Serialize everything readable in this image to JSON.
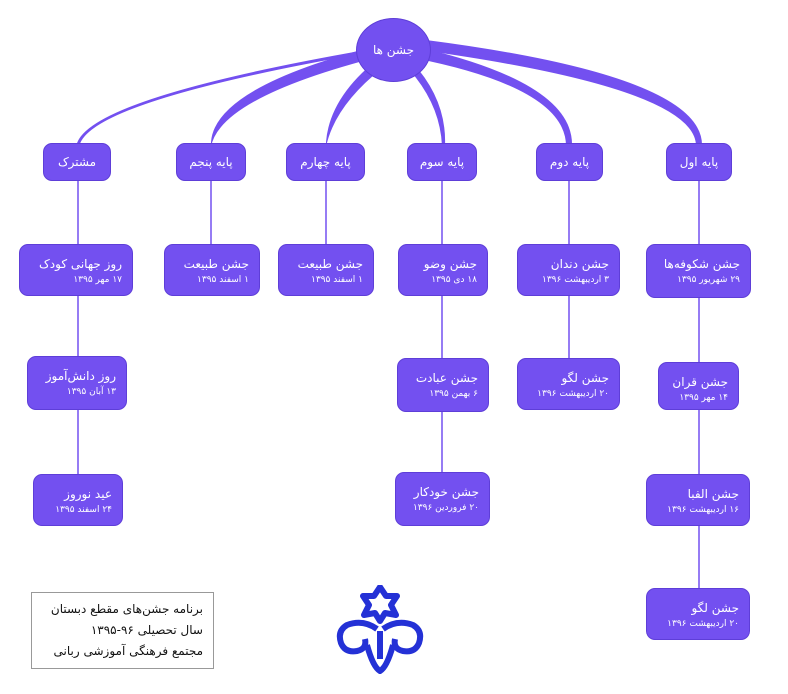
{
  "colors": {
    "node_fill": "#7350f0",
    "node_border": "#5e3ed8",
    "node_text": "#ffffff",
    "logo": "#2431d6"
  },
  "root": {
    "label": "جشن ها"
  },
  "categories": [
    {
      "label": "پایه اول"
    },
    {
      "label": "پایه دوم"
    },
    {
      "label": "پایه سوم"
    },
    {
      "label": "پایه چهارم"
    },
    {
      "label": "پایه پنجم"
    },
    {
      "label": "مشترک"
    }
  ],
  "events": {
    "grade1": [
      {
        "title": "جشن شکوفه‌ها",
        "date": "۲۹ شهریور ۱۳۹۵"
      },
      {
        "title": "جشن قران",
        "date": "۱۴ مهر ۱۳۹۵"
      },
      {
        "title": "جشن الفبا",
        "date": "۱۶ اردیبهشت ۱۳۹۶"
      },
      {
        "title": "جشن لگو",
        "date": "۲۰ اردیبهشت ۱۳۹۶"
      }
    ],
    "grade2": [
      {
        "title": "جشن دندان",
        "date": "۳ اردیبهشت ۱۳۹۶"
      },
      {
        "title": "جشن لگو",
        "date": "۲۰ اردیبهشت ۱۳۹۶"
      }
    ],
    "grade3": [
      {
        "title": "جشن وضو",
        "date": "۱۸ دی ۱۳۹۵"
      },
      {
        "title": "جشن عبادت",
        "date": "۶ بهمن ۱۳۹۵"
      },
      {
        "title": "جشن خودکار",
        "date": "۲۰ فروردین ۱۳۹۶"
      }
    ],
    "grade4": [
      {
        "title": "جشن طبیعت",
        "date": "۱ اسفند ۱۳۹۵"
      }
    ],
    "grade5": [
      {
        "title": "جشن طبیعت",
        "date": "۱ اسفند ۱۳۹۵"
      }
    ],
    "common": [
      {
        "title": "روز جهانی کودک",
        "date": "۱۷ مهر ۱۳۹۵"
      },
      {
        "title": "روز دانش‌آموز",
        "date": "۱۳ آبان ۱۳۹۵"
      },
      {
        "title": "عید نوروز",
        "date": "۲۴ اسفند ۱۳۹۵"
      }
    ]
  },
  "info": {
    "line1": "برنامه جشن‌های مقطع دبستان",
    "line2": "سال تحصیلی ۹۶-۱۳۹۵",
    "line3": "مجتمع فرهنگی آموزشی ربانی"
  },
  "logo_icon": "school-emblem-icon"
}
